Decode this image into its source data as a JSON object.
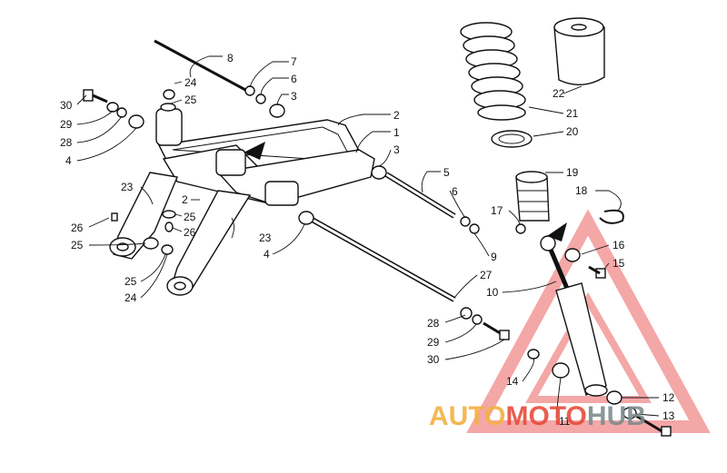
{
  "labels": {
    "l1": "1",
    "l2a": "2",
    "l2b": "2",
    "l3a": "3",
    "l3b": "3",
    "l4a": "4",
    "l4b": "4",
    "l5": "5",
    "l6a": "6",
    "l6b": "6",
    "l7": "7",
    "l8": "8",
    "l9": "9",
    "l10": "10",
    "l11": "11",
    "l12": "12",
    "l13": "13",
    "l14": "14",
    "l15": "15",
    "l16": "16",
    "l17": "17",
    "l18": "18",
    "l19": "19",
    "l20": "20",
    "l21": "21",
    "l22": "22",
    "l23a": "23",
    "l23b": "23",
    "l24a": "24",
    "l24b": "24",
    "l25a": "25",
    "l25b": "25",
    "l25c": "25",
    "l25d": "25",
    "l26a": "26",
    "l26b": "26",
    "l27": "27",
    "l28a": "28",
    "l28b": "28",
    "l29a": "29",
    "l29b": "29",
    "l30a": "30",
    "l30b": "30"
  },
  "watermark": {
    "part1": "AUTO",
    "part2": "MOTO",
    "part3": "HUB",
    "color_orange": "#f5b041",
    "color_red": "#e74c3c",
    "color_gray": "#7f8c8d"
  }
}
